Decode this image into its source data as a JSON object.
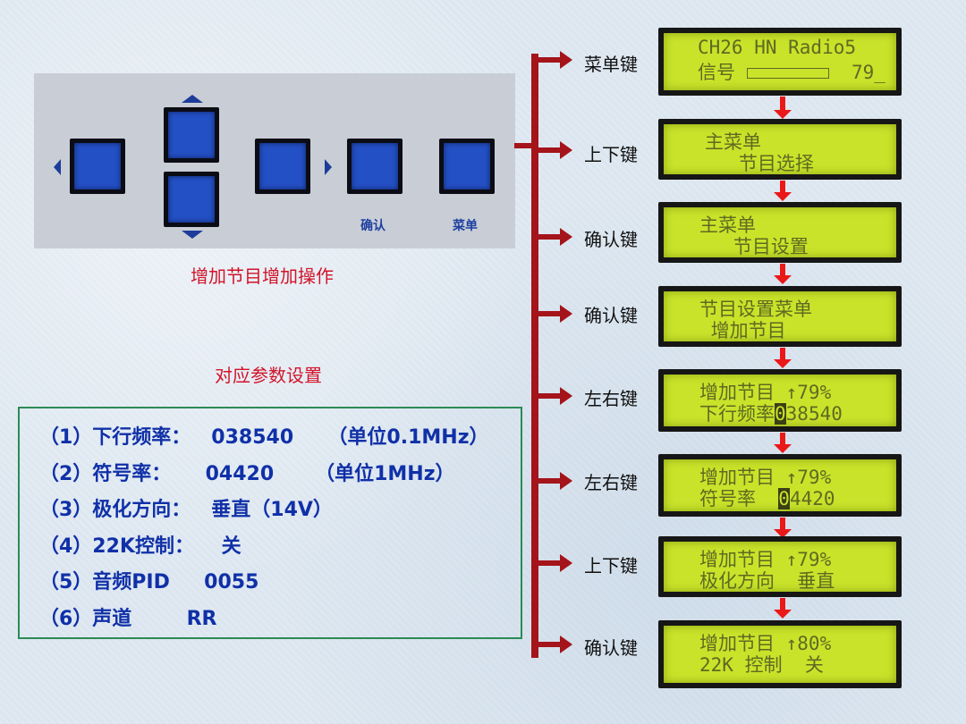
{
  "keypad": {
    "confirm_label": "确认",
    "menu_label": "菜单"
  },
  "captions": {
    "keypad_caption": "增加节目增加操作",
    "params_title": "对应参数设置"
  },
  "params": [
    "（1）下行频率：   038540     （单位0.1MHz）",
    "（2）符号率：     04420      （单位1MHz）",
    "（3）极化方向：   垂直（14V）",
    "（4）22K控制：    关",
    "（5）音频PID     0055",
    "（6）声道        RR"
  ],
  "steps": [
    {
      "key": "菜单键",
      "line1": "CH26 HN Radio5",
      "line2_pre": "信号 ",
      "line2_post": "  79_"
    },
    {
      "key": "上下键",
      "line1": "主菜单",
      "line2": "   节目选择"
    },
    {
      "key": "确认键",
      "line1": "主菜单",
      "line2": "   节目设置"
    },
    {
      "key": "确认键",
      "line1": "节目设置菜单",
      "line2": " 增加节目"
    },
    {
      "key": "左右键",
      "line1": "增加节目 ↑79%",
      "line2_pre": "下行频率",
      "line2_cursor": "0",
      "line2_post": "38540"
    },
    {
      "key": "左右键",
      "line1": "增加节目 ↑79%",
      "line2_pre": "符号率  ",
      "line2_cursor": "0",
      "line2_post": "4420"
    },
    {
      "key": "上下键",
      "line1": "增加节目 ↑79%",
      "line2": "极化方向  垂直"
    },
    {
      "key": "确认键",
      "line1": "增加节目 ↑80%",
      "line2": "22K 控制  关"
    }
  ],
  "colors": {
    "flow_red": "#a4141a",
    "lcd_green": "#c9e32a",
    "param_blue": "#1030a8",
    "caption_red": "#d2142a"
  }
}
